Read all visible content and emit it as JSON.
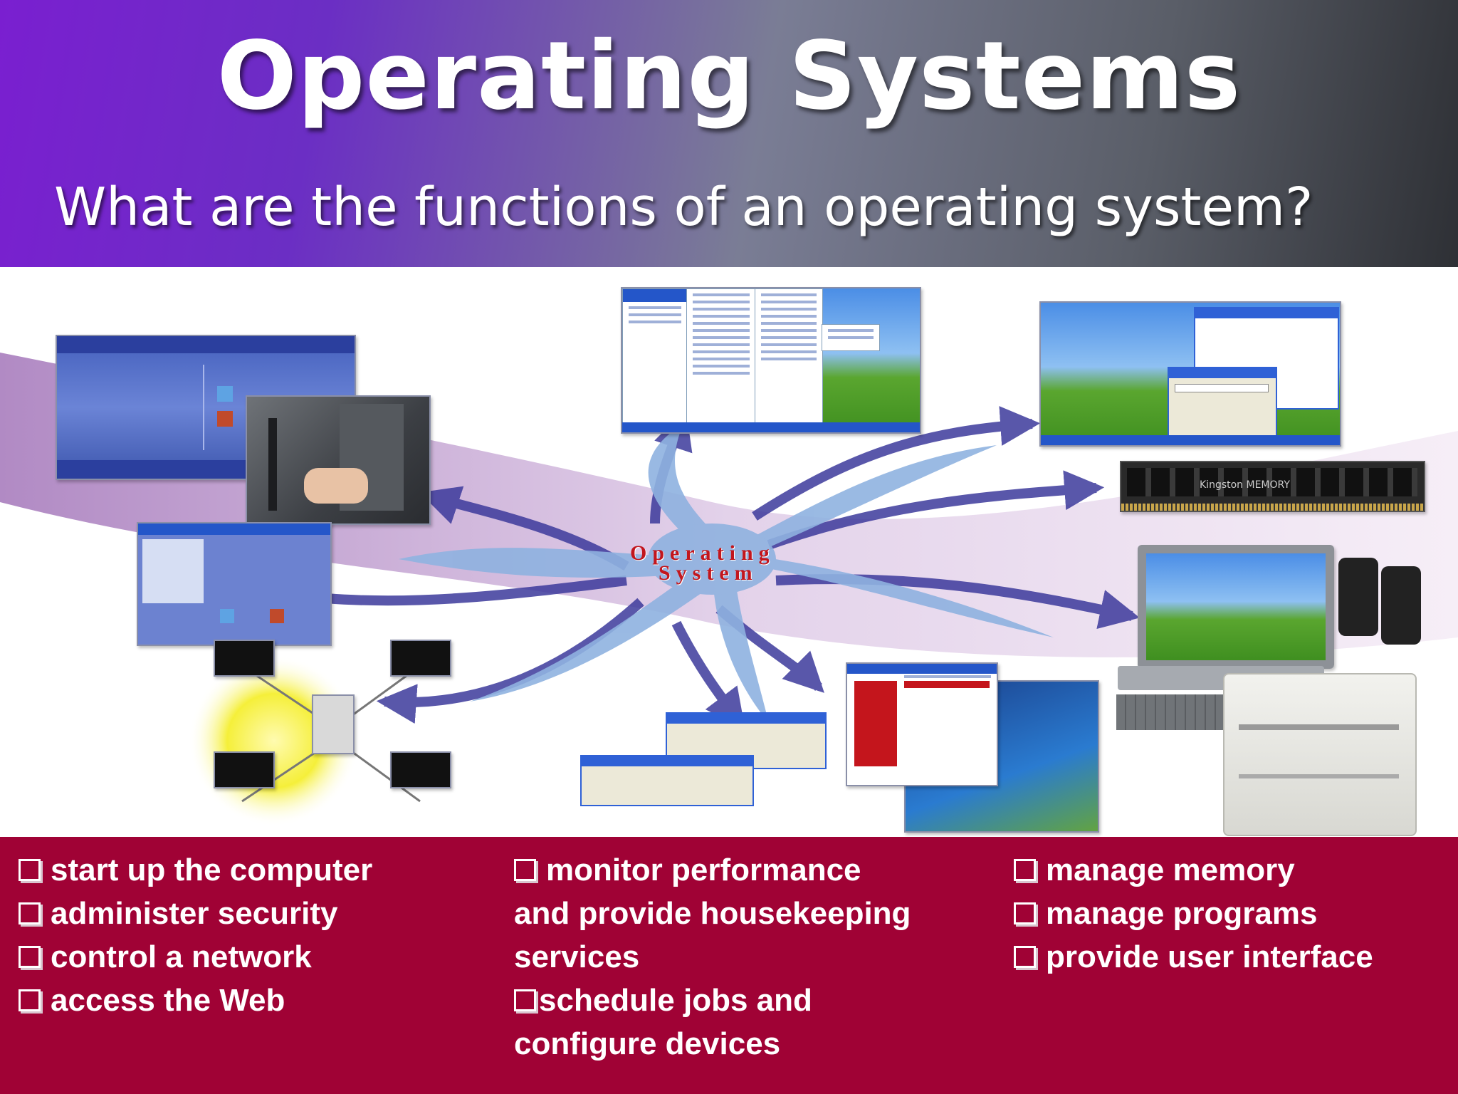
{
  "slide": {
    "title": "Operating Systems",
    "subtitle": "What are the functions of an operating system?"
  },
  "diagram": {
    "center_label_line1": "Operating",
    "center_label_line2": "System",
    "ram_brand": "Kingston MEMORY",
    "accent_color": "#c2161d",
    "arrow_color": "#3d3a9c"
  },
  "functions": {
    "column1": [
      "start up the computer",
      "administer security",
      "control a network",
      "access the Web"
    ],
    "column2_line1": "monitor performance",
    "column2_line2": "and provide housekeeping",
    "column2_line3": "services",
    "column2_line4": "schedule jobs and",
    "column2_line5": "configure devices",
    "column3": [
      "manage memory",
      "manage programs",
      "provide user interface"
    ],
    "band_color": "#a00235"
  }
}
